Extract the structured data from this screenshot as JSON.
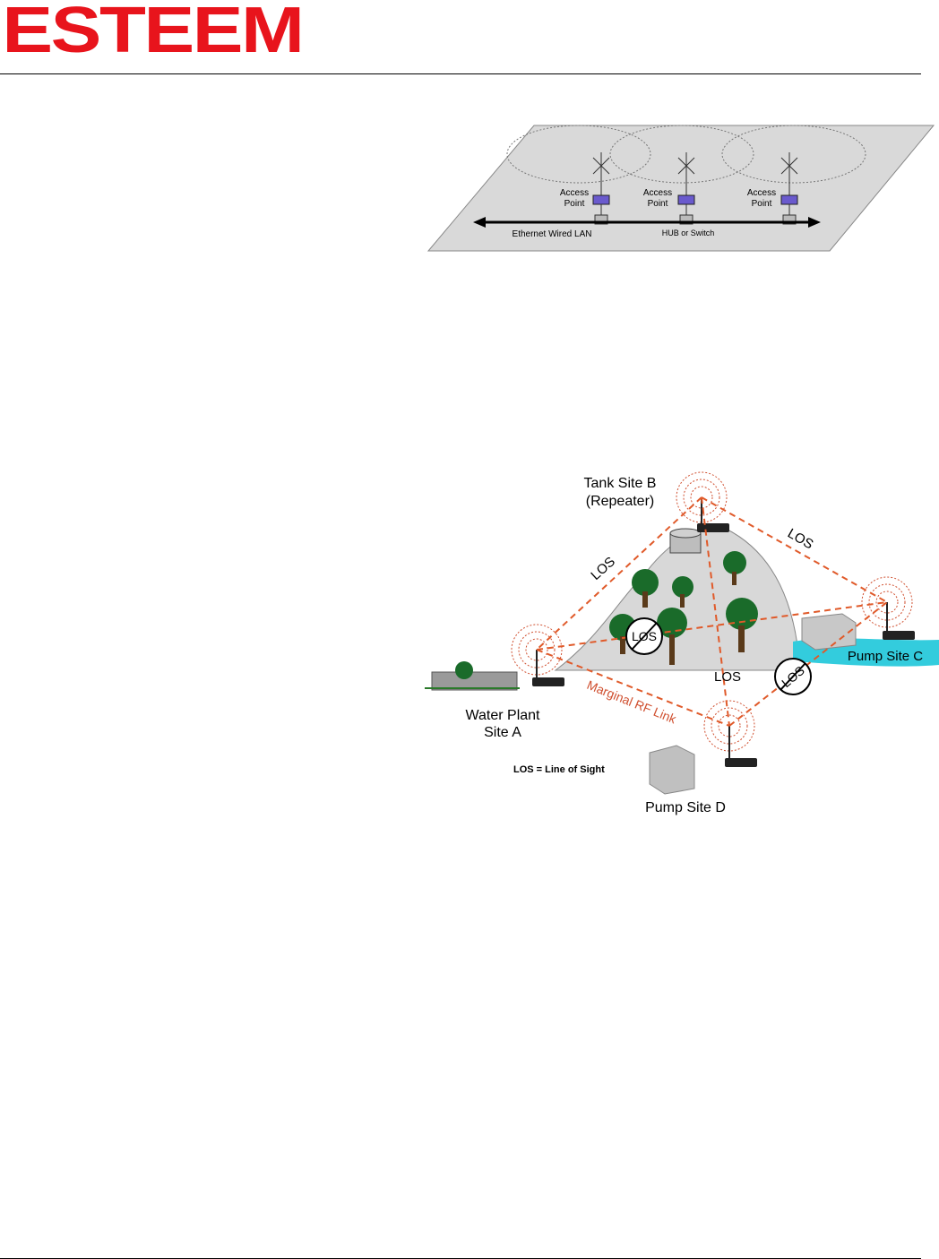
{
  "header": {
    "logo_text": "ESTEEM",
    "brand_color": "#e8141c"
  },
  "figure1": {
    "access_points": [
      {
        "line1": "Access",
        "line2": "Point"
      },
      {
        "line1": "Access",
        "line2": "Point"
      },
      {
        "line1": "Access",
        "line2": "Point"
      }
    ],
    "lan_label": "Ethernet Wired LAN",
    "hub_label": "HUB or Switch"
  },
  "figure2": {
    "tank_site": {
      "line1": "Tank Site B",
      "line2": "(Repeater)"
    },
    "water_plant": {
      "line1": "Water Plant",
      "line2": "Site A"
    },
    "pump_c": "Pump Site C",
    "pump_d": "Pump Site D",
    "los": "LOS",
    "marginal": "Marginal RF Link",
    "legend": "LOS = Line of Sight",
    "link_color": "#e05a2a",
    "water_color": "#33ccdd"
  }
}
